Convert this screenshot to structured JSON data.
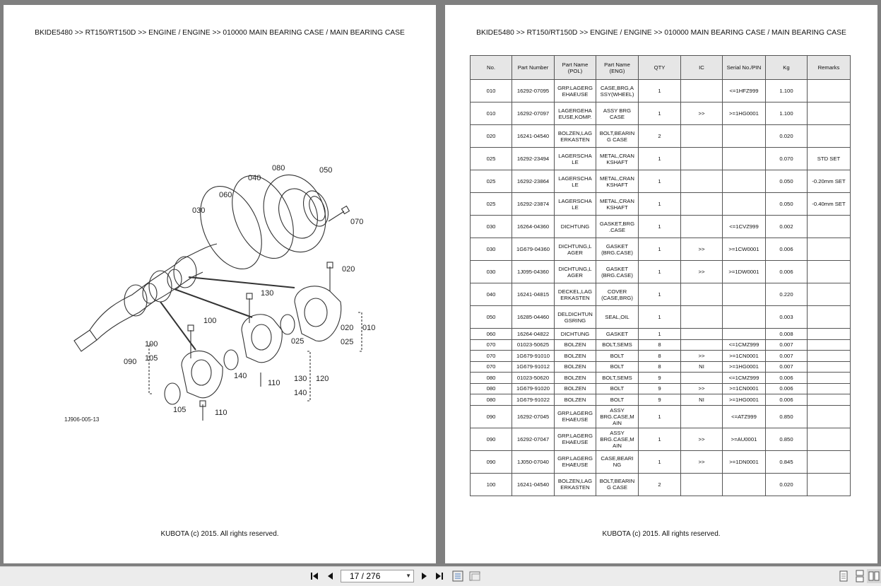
{
  "left_page": {
    "breadcrumb": "BKIDE5480 >> RT150/RT150D >> ENGINE / ENGINE >> 010000   MAIN BEARING CASE / MAIN BEARING CASE",
    "figure_ref": "1J906-005-13",
    "callouts": [
      "080",
      "050",
      "040",
      "060",
      "030",
      "070",
      "020",
      "130",
      "100",
      "010",
      "020",
      "025",
      "025",
      "100",
      "105",
      "090",
      "140",
      "110",
      "130",
      "120",
      "140",
      "105",
      "110"
    ],
    "footer": "KUBOTA (c) 2015. All rights reserved."
  },
  "right_page": {
    "breadcrumb": "BKIDE5480 >> RT150/RT150D >> ENGINE / ENGINE >> 010000   MAIN BEARING CASE / MAIN BEARING CASE",
    "footer": "KUBOTA (c) 2015. All rights reserved.",
    "table": {
      "headers": [
        "No.",
        "Part Number",
        "Part Name\n(POL)",
        "Part Name\n(ENG)",
        "QTY",
        "IC",
        "Serial No./PIN",
        "Kg",
        "Remarks"
      ],
      "rows": [
        [
          "010",
          "16292-07095",
          "GRP.LAGERG EHAEUSE",
          "CASE,BRG,A SSY(WHEEL)",
          "1",
          "",
          "<=1HFZ999",
          "1.100",
          ""
        ],
        [
          "010",
          "16292-07097",
          "LAGERGEHA EUSE,KOMP.",
          "ASSY BRG CASE",
          "1",
          ">>",
          ">=1HG0001",
          "1.100",
          ""
        ],
        [
          "020",
          "16241-04540",
          "BOLZEN,LAG ERKASTEN",
          "BOLT,BEARIN G CASE",
          "2",
          "",
          "",
          "0.020",
          ""
        ],
        [
          "025",
          "16292-23494",
          "LAGERSCHA LE",
          "METAL,CRAN KSHAFT",
          "1",
          "",
          "",
          "0.070",
          "STD SET"
        ],
        [
          "025",
          "16292-23864",
          "LAGERSCHA LE",
          "METAL,CRAN KSHAFT",
          "1",
          "",
          "",
          "0.050",
          "-0.20mm SET"
        ],
        [
          "025",
          "16292-23874",
          "LAGERSCHA LE",
          "METAL,CRAN KSHAFT",
          "1",
          "",
          "",
          "0.050",
          "-0.40mm SET"
        ],
        [
          "030",
          "16264-04360",
          "DICHTUNG",
          "GASKET,BRG .CASE",
          "1",
          "",
          "<=1CVZ999",
          "0.002",
          ""
        ],
        [
          "030",
          "1G679-04360",
          "DICHTUNG,L AGER",
          "GASKET (BRG.CASE)",
          "1",
          ">>",
          ">=1CW0001",
          "0.006",
          ""
        ],
        [
          "030",
          "1J095-04360",
          "DICHTUNG,L AGER",
          "GASKET (BRG.CASE)",
          "1",
          ">>",
          ">=1DW0001",
          "0.006",
          ""
        ],
        [
          "040",
          "16241-04815",
          "DECKEL,LAG ERKASTEN",
          "COVER (CASE,BRG)",
          "1",
          "",
          "",
          "0.220",
          ""
        ],
        [
          "050",
          "16285-04460",
          "DELDICHTUN GSRING",
          "SEAL,OIL",
          "1",
          "",
          "",
          "0.003",
          ""
        ],
        [
          "060",
          "16264-04822",
          "DICHTUNG",
          "GASKET",
          "1",
          "",
          "",
          "0.008",
          ""
        ],
        [
          "070",
          "01023-50625",
          "BOLZEN",
          "BOLT,SEMS",
          "8",
          "",
          "<=1CMZ999",
          "0.007",
          ""
        ],
        [
          "070",
          "1G679-91010",
          "BOLZEN",
          "BOLT",
          "8",
          ">>",
          ">=1CN0001",
          "0.007",
          ""
        ],
        [
          "070",
          "1G679-91012",
          "BOLZEN",
          "BOLT",
          "8",
          "NI",
          ">=1HG0001",
          "0.007",
          ""
        ],
        [
          "080",
          "01023-50620",
          "BOLZEN",
          "BOLT,SEMS",
          "9",
          "",
          "<=1CMZ999",
          "0.006",
          ""
        ],
        [
          "080",
          "1G679-91020",
          "BOLZEN",
          "BOLT",
          "9",
          ">>",
          ">=1CN0001",
          "0.006",
          ""
        ],
        [
          "080",
          "1G679-91022",
          "BOLZEN",
          "BOLT",
          "9",
          "NI",
          ">=1HG0001",
          "0.006",
          ""
        ],
        [
          "090",
          "16292-07045",
          "GRP.LAGERG EHAEUSE",
          "ASSY BRG.CASE,M AIN",
          "1",
          "",
          "<=ATZ999",
          "0.850",
          ""
        ],
        [
          "090",
          "16292-07047",
          "GRP.LAGERG EHAEUSE",
          "ASSY BRG.CASE,M AIN",
          "1",
          ">>",
          ">=AU0001",
          "0.850",
          ""
        ],
        [
          "090",
          "1J050-07040",
          "GRP.LAGERG EHAEUSE",
          "CASE,BEARI NG",
          "1",
          ">>",
          ">=1DN0001",
          "0.845",
          ""
        ],
        [
          "100",
          "16241-04540",
          "BOLZEN,LAG ERKASTEN",
          "BOLT,BEARIN G CASE",
          "2",
          "",
          "",
          "0.020",
          ""
        ]
      ]
    }
  },
  "toolbar": {
    "page_indicator": "17 / 276",
    "icons": [
      "first-page-icon",
      "prev-page-icon",
      "page-dropdown-icon",
      "next-page-icon",
      "last-page-icon",
      "fit-page-icon",
      "fit-width-icon",
      "single-page-icon",
      "continuous-page-icon",
      "two-page-icon"
    ]
  }
}
